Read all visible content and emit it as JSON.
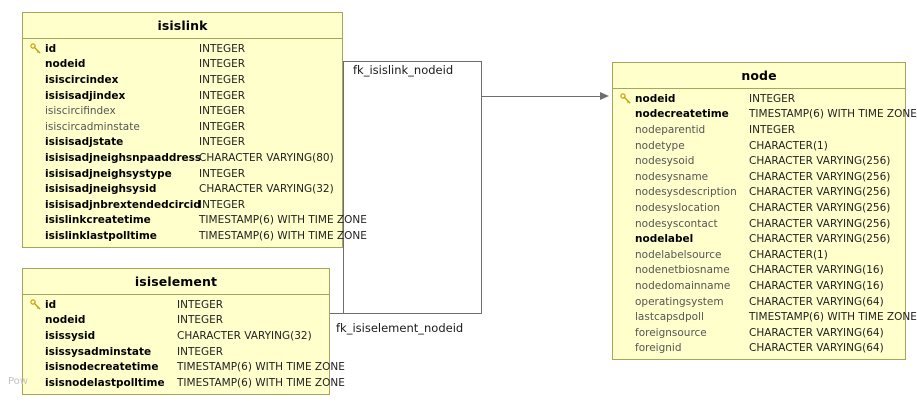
{
  "diagram": {
    "type": "entity-relationship-diagram",
    "watermark": "Pow"
  },
  "entities": [
    {
      "name": "isislink",
      "columns": [
        {
          "name": "id",
          "type": "INTEGER",
          "pk": true,
          "notnull": true
        },
        {
          "name": "nodeid",
          "type": "INTEGER",
          "pk": false,
          "notnull": true
        },
        {
          "name": "isiscircindex",
          "type": "INTEGER",
          "pk": false,
          "notnull": true
        },
        {
          "name": "isisisadjindex",
          "type": "INTEGER",
          "pk": false,
          "notnull": true
        },
        {
          "name": "isiscircifindex",
          "type": "INTEGER",
          "pk": false,
          "notnull": false
        },
        {
          "name": "isiscircadminstate",
          "type": "INTEGER",
          "pk": false,
          "notnull": false
        },
        {
          "name": "isisisadjstate",
          "type": "INTEGER",
          "pk": false,
          "notnull": true
        },
        {
          "name": "isisisadjneighsnpaaddress",
          "type": "CHARACTER VARYING(80)",
          "pk": false,
          "notnull": true
        },
        {
          "name": "isisisadjneighsystype",
          "type": "INTEGER",
          "pk": false,
          "notnull": true
        },
        {
          "name": "isisisadjneighsysid",
          "type": "CHARACTER VARYING(32)",
          "pk": false,
          "notnull": true
        },
        {
          "name": "isisisadjnbrextendedcircid",
          "type": "INTEGER",
          "pk": false,
          "notnull": true
        },
        {
          "name": "isislinkcreatetime",
          "type": "TIMESTAMP(6) WITH TIME ZONE",
          "pk": false,
          "notnull": true
        },
        {
          "name": "isislinklastpolltime",
          "type": "TIMESTAMP(6) WITH TIME ZONE",
          "pk": false,
          "notnull": true
        }
      ]
    },
    {
      "name": "isiselement",
      "columns": [
        {
          "name": "id",
          "type": "INTEGER",
          "pk": true,
          "notnull": true
        },
        {
          "name": "nodeid",
          "type": "INTEGER",
          "pk": false,
          "notnull": true
        },
        {
          "name": "isissysid",
          "type": "CHARACTER VARYING(32)",
          "pk": false,
          "notnull": true
        },
        {
          "name": "isissysadminstate",
          "type": "INTEGER",
          "pk": false,
          "notnull": true
        },
        {
          "name": "isisnodecreatetime",
          "type": "TIMESTAMP(6) WITH TIME ZONE",
          "pk": false,
          "notnull": true
        },
        {
          "name": "isisnodelastpolltime",
          "type": "TIMESTAMP(6) WITH TIME ZONE",
          "pk": false,
          "notnull": true
        }
      ]
    },
    {
      "name": "node",
      "columns": [
        {
          "name": "nodeid",
          "type": "INTEGER",
          "pk": true,
          "notnull": true
        },
        {
          "name": "nodecreatetime",
          "type": "TIMESTAMP(6) WITH TIME ZONE",
          "pk": false,
          "notnull": true
        },
        {
          "name": "nodeparentid",
          "type": "INTEGER",
          "pk": false,
          "notnull": false
        },
        {
          "name": "nodetype",
          "type": "CHARACTER(1)",
          "pk": false,
          "notnull": false
        },
        {
          "name": "nodesysoid",
          "type": "CHARACTER VARYING(256)",
          "pk": false,
          "notnull": false
        },
        {
          "name": "nodesysname",
          "type": "CHARACTER VARYING(256)",
          "pk": false,
          "notnull": false
        },
        {
          "name": "nodesysdescription",
          "type": "CHARACTER VARYING(256)",
          "pk": false,
          "notnull": false
        },
        {
          "name": "nodesyslocation",
          "type": "CHARACTER VARYING(256)",
          "pk": false,
          "notnull": false
        },
        {
          "name": "nodesyscontact",
          "type": "CHARACTER VARYING(256)",
          "pk": false,
          "notnull": false
        },
        {
          "name": "nodelabel",
          "type": "CHARACTER VARYING(256)",
          "pk": false,
          "notnull": true
        },
        {
          "name": "nodelabelsource",
          "type": "CHARACTER(1)",
          "pk": false,
          "notnull": false
        },
        {
          "name": "nodenetbiosname",
          "type": "CHARACTER VARYING(16)",
          "pk": false,
          "notnull": false
        },
        {
          "name": "nodedomainname",
          "type": "CHARACTER VARYING(16)",
          "pk": false,
          "notnull": false
        },
        {
          "name": "operatingsystem",
          "type": "CHARACTER VARYING(64)",
          "pk": false,
          "notnull": false
        },
        {
          "name": "lastcapsdpoll",
          "type": "TIMESTAMP(6) WITH TIME ZONE",
          "pk": false,
          "notnull": false
        },
        {
          "name": "foreignsource",
          "type": "CHARACTER VARYING(64)",
          "pk": false,
          "notnull": false
        },
        {
          "name": "foreignid",
          "type": "CHARACTER VARYING(64)",
          "pk": false,
          "notnull": false
        }
      ]
    }
  ],
  "relationships": [
    {
      "label": "fk_isislink_nodeid",
      "from": "isislink",
      "to": "node"
    },
    {
      "label": "fk_isiselement_nodeid",
      "from": "isiselement",
      "to": "node"
    }
  ],
  "colors": {
    "entity_fill": "#ffffcc",
    "entity_border": "#a5a55c",
    "connector": "#6e6e6e",
    "key_icon": "#c8a000"
  }
}
